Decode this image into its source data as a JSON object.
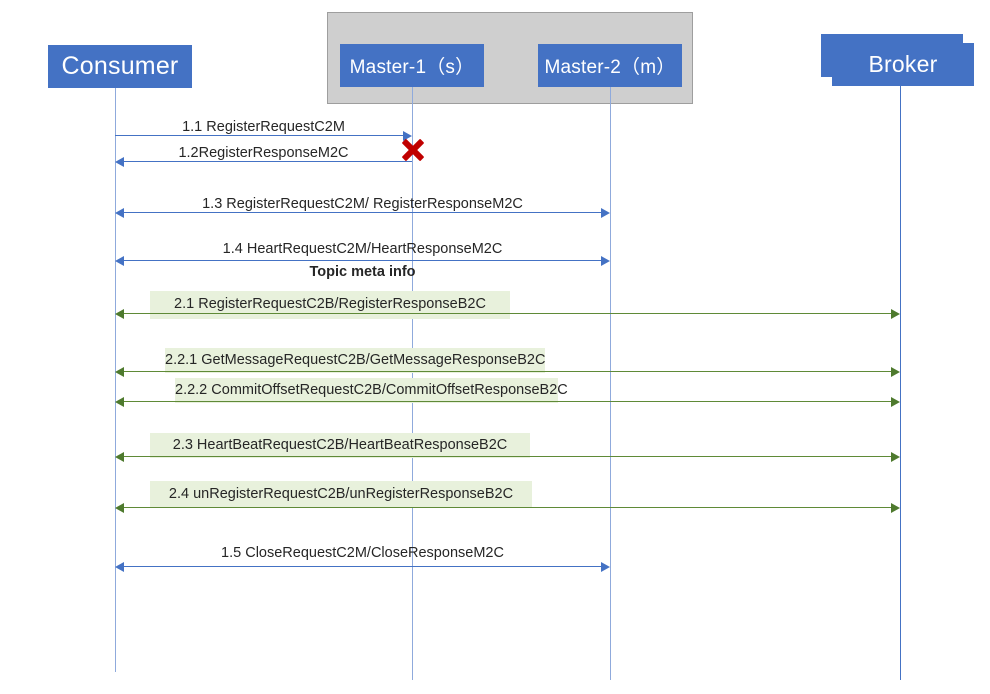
{
  "diagram": {
    "title": "Consumer / Master / Broker interaction sequence",
    "colors": {
      "participant_fill": "#4472C4",
      "participant_text": "#FFFFFF",
      "group_band_fill": "#CFCFCF",
      "blue_arrow": "#4472C4",
      "green_arrow": "#5F8A37",
      "green_plate": "#E8F1DC",
      "failure_marker": "#C00000"
    },
    "participants": [
      {
        "id": "consumer",
        "label": "Consumer"
      },
      {
        "id": "master1",
        "label": "Master-1（s）"
      },
      {
        "id": "master2",
        "label": "Master-2（m）"
      },
      {
        "id": "broker",
        "label": "Broker"
      }
    ],
    "group_band": {
      "label": "",
      "contains": [
        "master1",
        "master2"
      ]
    },
    "failure_marker": {
      "icon": "red-x-icon",
      "on_lifeline": "master1"
    },
    "messages": [
      {
        "id": "1.1",
        "text": "1.1 RegisterRequestC2M",
        "style": "blue",
        "direction": "right"
      },
      {
        "id": "1.2",
        "text": "1.2RegisterResponseM2C",
        "style": "blue",
        "direction": "left"
      },
      {
        "id": "1.3",
        "text": "1.3 RegisterRequestC2M/ RegisterResponseM2C",
        "style": "blue",
        "direction": "both"
      },
      {
        "id": "1.4",
        "text": "1.4 HeartRequestC2M/HeartResponseM2C",
        "style": "blue",
        "direction": "both"
      },
      {
        "id": "note.topic",
        "text": "Topic meta info",
        "style": "note",
        "direction": "none"
      },
      {
        "id": "2.1",
        "text": "2.1 RegisterRequestC2B/RegisterResponseB2C",
        "style": "green",
        "direction": "both"
      },
      {
        "id": "2.2.1",
        "text": "2.2.1 GetMessageRequestC2B/GetMessageResponseB2C",
        "style": "green",
        "direction": "both"
      },
      {
        "id": "2.2.2",
        "text": "2.2.2 CommitOffsetRequestC2B/CommitOffsetResponseB2C",
        "style": "green",
        "direction": "both"
      },
      {
        "id": "2.3",
        "text": "2.3 HeartBeatRequestC2B/HeartBeatResponseB2C",
        "style": "green",
        "direction": "both"
      },
      {
        "id": "2.4",
        "text": "2.4 unRegisterRequestC2B/unRegisterResponseB2C",
        "style": "green",
        "direction": "both"
      },
      {
        "id": "1.5",
        "text": "1.5 CloseRequestC2M/CloseResponseM2C",
        "style": "blue",
        "direction": "both"
      }
    ]
  }
}
